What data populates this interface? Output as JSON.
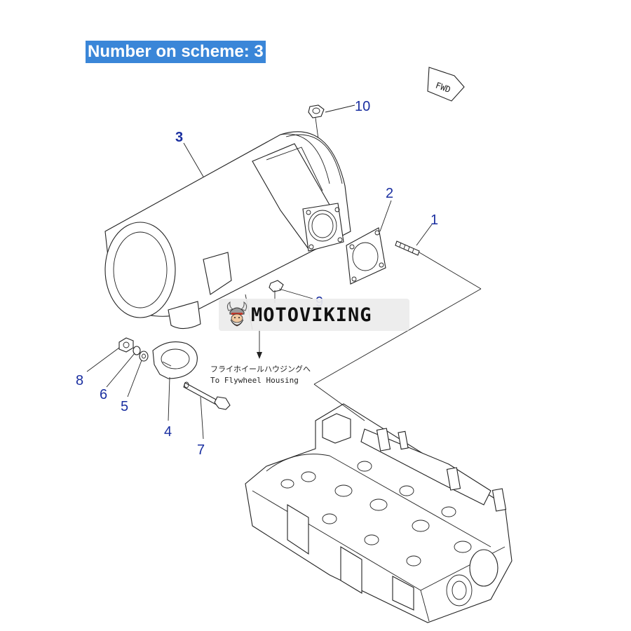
{
  "header": {
    "label": "Number on scheme: 3"
  },
  "fwd_label": "FWD",
  "callouts": {
    "c1": "1",
    "c2": "2",
    "c3": "3",
    "c4": "4",
    "c5": "5",
    "c6": "6",
    "c7": "7",
    "c8": "8",
    "c9": "9",
    "c10": "10"
  },
  "note": {
    "japanese": "フライホイールハウジングへ",
    "english": "To Flywheel Housing"
  },
  "watermark": {
    "brand": "MOTOVIKING"
  },
  "colors": {
    "header_bg": "#3a86d8",
    "callout_text": "#1a2fa0"
  }
}
